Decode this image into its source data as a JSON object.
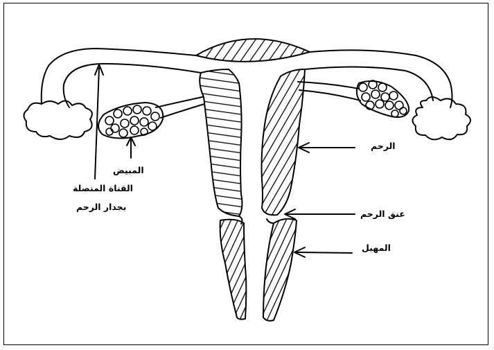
{
  "labels": {
    "fallopian_tube_line1": "القناة المنصلة",
    "fallopian_tube_line2": "بجدار الرحم",
    "ovary": "المبيض",
    "uterus": "الرحم",
    "cervix": "عنق الرحم",
    "vagina": "المهبل"
  },
  "colors": {
    "stroke": "#000000",
    "background": "#ffffff"
  }
}
